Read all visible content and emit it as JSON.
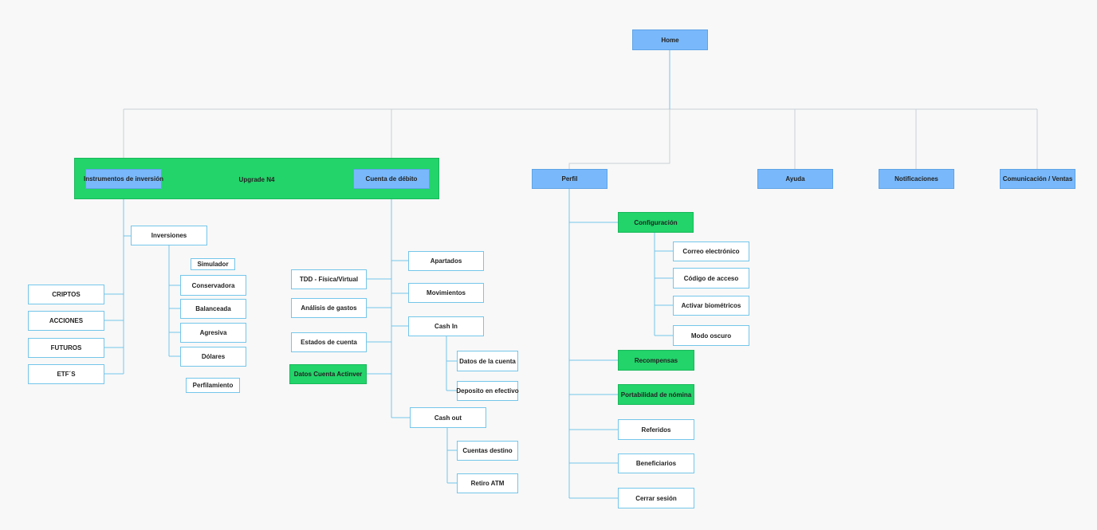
{
  "upgrade_band": "Upgrade N4",
  "nodes": {
    "home": "Home",
    "instrumentos": "Instrumentos de inversión",
    "cuenta_debito": "Cuenta de débito",
    "perfil": "Perfil",
    "ayuda": "Ayuda",
    "notificaciones": "Notificaciones",
    "comunicacion": "Comunicación / Ventas",
    "inversiones": "Inversiones",
    "simulador": "Simulador",
    "conservadora": "Conservadora",
    "balanceada": "Balanceada",
    "agresiva": "Agresiva",
    "dolares": "Dólares",
    "perfilamiento": "Perfilamiento",
    "criptos": "CRIPTOS",
    "acciones": "ACCIONES",
    "futuros": "FUTUROS",
    "etfs": "ETF´S",
    "tdd": "TDD - Física/Virtual",
    "analisis": "Análisis de gastos",
    "estados": "Estados de cuenta",
    "datos_actinver": "Datos Cuenta Actinver",
    "apartados": "Apartados",
    "movimientos": "Movimientos",
    "cash_in": "Cash In",
    "datos_cuenta": "Datos de la cuenta",
    "deposito": "Deposito en efectivo",
    "cash_out": "Cash out",
    "cuentas_destino": "Cuentas destino",
    "retiro_atm": "Retiro ATM",
    "configuracion": "Configuración",
    "correo": "Correo electrónico",
    "codigo": "Código de acceso",
    "biometricos": "Activar biométricos",
    "modo_oscuro": "Modo oscuro",
    "recompensas": "Recompensas",
    "portabilidad": "Portabilidad de nómina",
    "referidos": "Referidos",
    "beneficiarios": "Beneficiarios",
    "cerrar": "Cerrar sesión"
  },
  "colors": {
    "line": "#74c6ea",
    "line_gray": "#c9d0d6",
    "blue_node": "#79b9fb",
    "green_node": "#22d46a",
    "background": "#f8f8f8"
  }
}
